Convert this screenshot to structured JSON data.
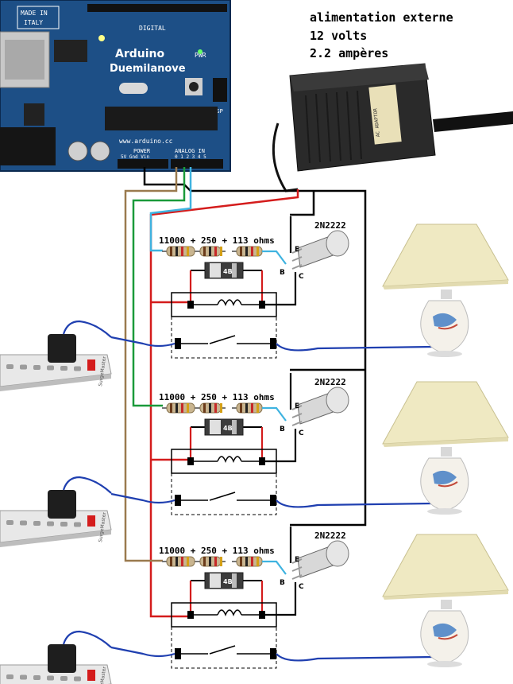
{
  "power_note": {
    "line1": "alimentation externe",
    "line2": "12 volts",
    "line3": "2.2 ampères"
  },
  "arduino": {
    "made_in": "MADE IN",
    "country": "ITALY",
    "name": "Arduino",
    "model": "Duemilanove",
    "digital_label": "DIGITAL",
    "power_label": "POWER",
    "analog_label": "ANALOG IN",
    "website": "www.arduino.cc",
    "icsp_label": "ICSP",
    "pwr_label": "PWR",
    "power_pins": "5V Gnd Vin",
    "analog_pins": "0 1 2 3 4 5"
  },
  "adapter": {
    "label": "AC ADAPTOR"
  },
  "channels": [
    {
      "resistor_label": "11000 + 250 + 113 ohms",
      "transistor": "2N2222",
      "pin_e": "E",
      "pin_b": "B",
      "pin_c": "C",
      "diode_label": "4B"
    },
    {
      "resistor_label": "11000 + 250 + 113 ohms",
      "transistor": "2N2222",
      "pin_e": "E",
      "pin_b": "B",
      "pin_c": "C",
      "diode_label": "4B"
    },
    {
      "resistor_label": "11000 + 250 + 113 ohms",
      "transistor": "2N2222",
      "pin_e": "E",
      "pin_b": "B",
      "pin_c": "C",
      "diode_label": "4B"
    }
  ],
  "power_strips": [
    {
      "brand": "SurgeMaster"
    },
    {
      "brand": "SurgeMaster"
    },
    {
      "brand": "SurgeMaster"
    }
  ],
  "colors": {
    "board": "#1d4f86",
    "wire_black": "#000000",
    "wire_red": "#d41c1c",
    "wire_green": "#1a9a3a",
    "wire_cyan": "#3fb3e0",
    "wire_brown": "#9a7a4e",
    "wire_blue": "#1f3fb0",
    "lamp_shade": "#efe9c2"
  }
}
